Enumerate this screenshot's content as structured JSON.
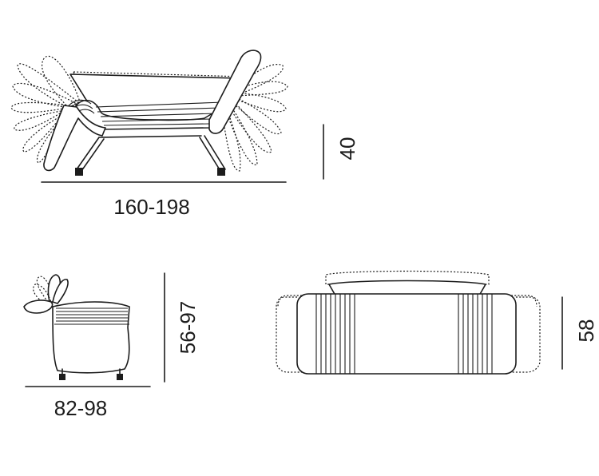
{
  "dimensions": {
    "sofa_width": "160-198",
    "sofa_height": "40",
    "side_height": "56-97",
    "side_depth": "82-98",
    "top_depth": "58"
  },
  "colors": {
    "line": "#1c1c1c",
    "background": "#ffffff"
  }
}
